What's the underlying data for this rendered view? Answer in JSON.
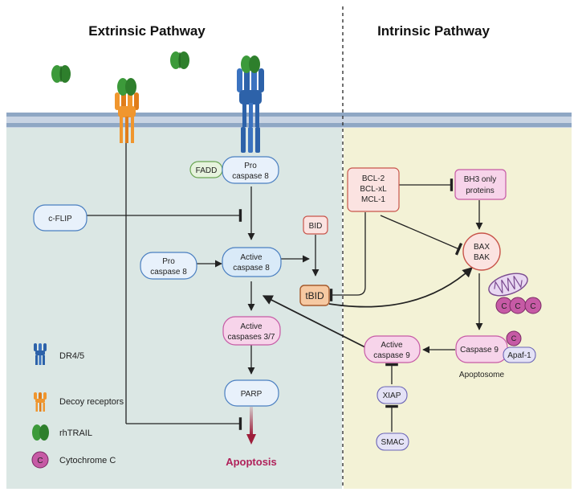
{
  "titles": {
    "extrinsic": "Extrinsic Pathway",
    "intrinsic": "Intrinsic Pathway"
  },
  "nodes": {
    "fadd": "FADD",
    "pro_caspase8_top": [
      "Pro",
      "caspase 8"
    ],
    "cflip": "c-FLIP",
    "pro_caspase8_left": [
      "Pro",
      "caspase 8"
    ],
    "active_caspase8": [
      "Active",
      "caspase 8"
    ],
    "bid": "BID",
    "tbid": "tBID",
    "active_caspase37": [
      "Active",
      "caspases 3/7"
    ],
    "parp": "PARP",
    "apoptosis": "Apoptosis",
    "bcl": [
      "BCL-2",
      "BCL-xL",
      "MCL-1"
    ],
    "bh3": [
      "BH3 only",
      "proteins"
    ],
    "baxbak": [
      "BAX",
      "BAK"
    ],
    "caspase9": "Caspase 9",
    "apaf1": "Apaf-1",
    "c_letter": "C",
    "apoptosome": "Apoptosome",
    "active_caspase9": [
      "Active",
      "caspase 9"
    ],
    "xiap": "XIAP",
    "smac": "SMAC"
  },
  "legend": {
    "dr45": "DR4/5",
    "decoy": "Decoy receptors",
    "rhtrail": "rhTRAIL",
    "cytc": "Cytochrome C",
    "cyt_letter": "C"
  },
  "colors": {
    "extrinsic_bg": "#dbe7e4",
    "intrinsic_bg": "#f3f2d6",
    "membrane": "#8fa7c4",
    "receptor_blue": "#2d62a9",
    "decoy_orange": "#f0962e",
    "trail_green": "#3c9a3a",
    "cytc_purple": "#c65aa5",
    "apoptosis_red": "#b0215a"
  }
}
